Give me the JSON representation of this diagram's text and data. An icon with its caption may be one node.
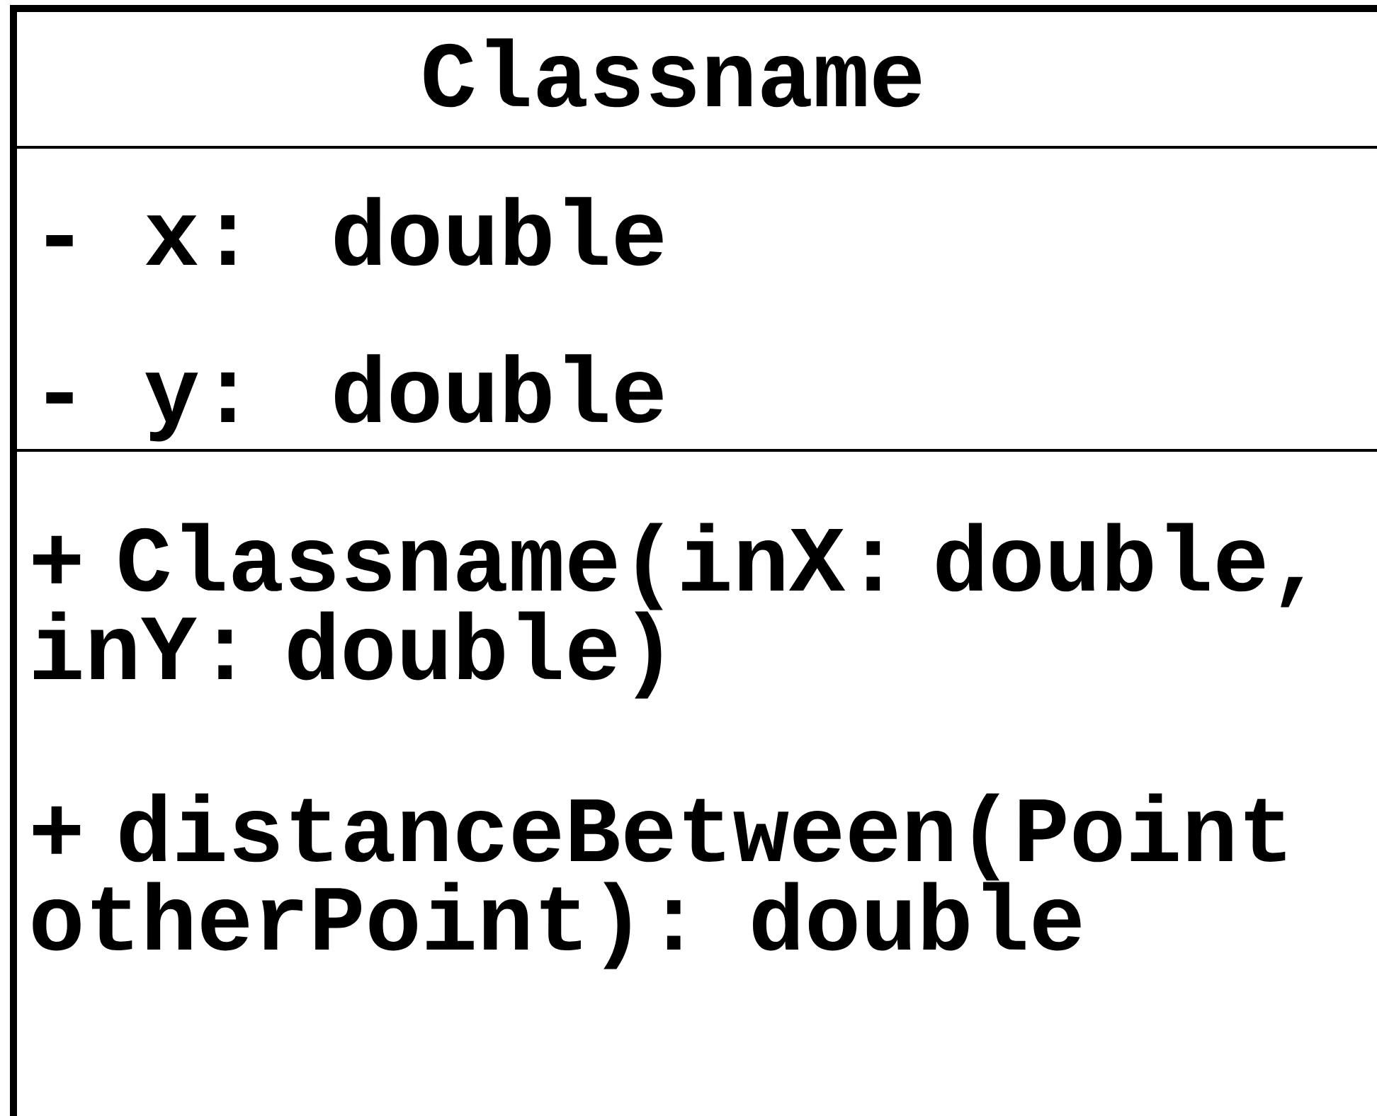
{
  "diagram": {
    "nodes": [
      {
        "text": [
          "Classname",
          "- x: double",
          "- y: double",
          "+ Classname(inX: double, inY: double)",
          "+ distanceBetween(Point otherPoint): double"
        ]
      }
    ]
  }
}
